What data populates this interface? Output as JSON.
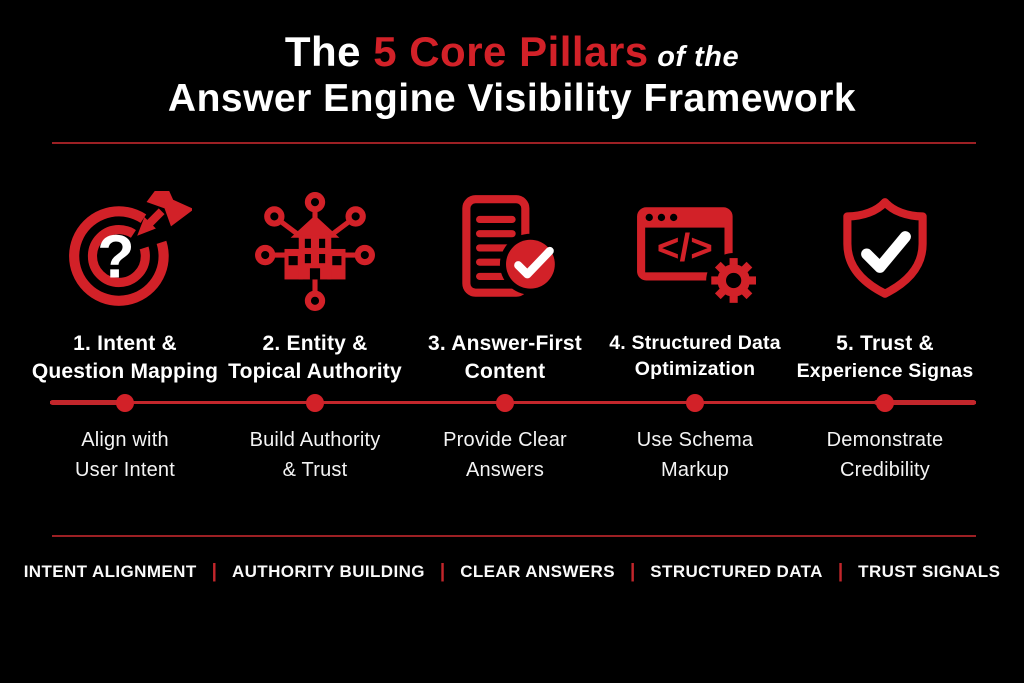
{
  "title": {
    "prefix": "The ",
    "highlight": "5 Core Pillars",
    "suffix": " of the",
    "line2": "Answer Engine Visibility Framework"
  },
  "colors": {
    "background": "#000000",
    "accent_red": "#d22128",
    "divider_red": "#9c2024",
    "text_white": "#ffffff"
  },
  "pillars": [
    {
      "icon": "target-question-icon",
      "heading_line1": "1. Intent &",
      "heading_line2": "Question Mapping",
      "subtitle_line1": "Align with",
      "subtitle_line2": "User Intent"
    },
    {
      "icon": "entity-network-icon",
      "heading_line1": "2. Entity &",
      "heading_line2": "Topical Authority",
      "subtitle_line1": "Build Authority",
      "subtitle_line2": "& Trust"
    },
    {
      "icon": "document-check-icon",
      "heading_line1": "3. Answer-First",
      "heading_line2": "Content",
      "subtitle_line1": "Provide Clear",
      "subtitle_line2": "Answers"
    },
    {
      "icon": "code-window-gear-icon",
      "heading_line1": "4. Structured Data",
      "heading_line2": "Optimization",
      "subtitle_line1": "Use Schema",
      "subtitle_line2": "Markup"
    },
    {
      "icon": "shield-check-icon",
      "heading_line1": "5. Trust &",
      "heading_line2": "Experience Signas",
      "subtitle_line1": "Demonstrate",
      "subtitle_line2": "Credibility"
    }
  ],
  "footer": {
    "labels": [
      "INTENT ALIGNMENT",
      "AUTHORITY BUILDING",
      "CLEAR ANSWERS",
      "STRUCTURED DATA",
      "TRUST SIGNALS"
    ],
    "separator": "|"
  }
}
